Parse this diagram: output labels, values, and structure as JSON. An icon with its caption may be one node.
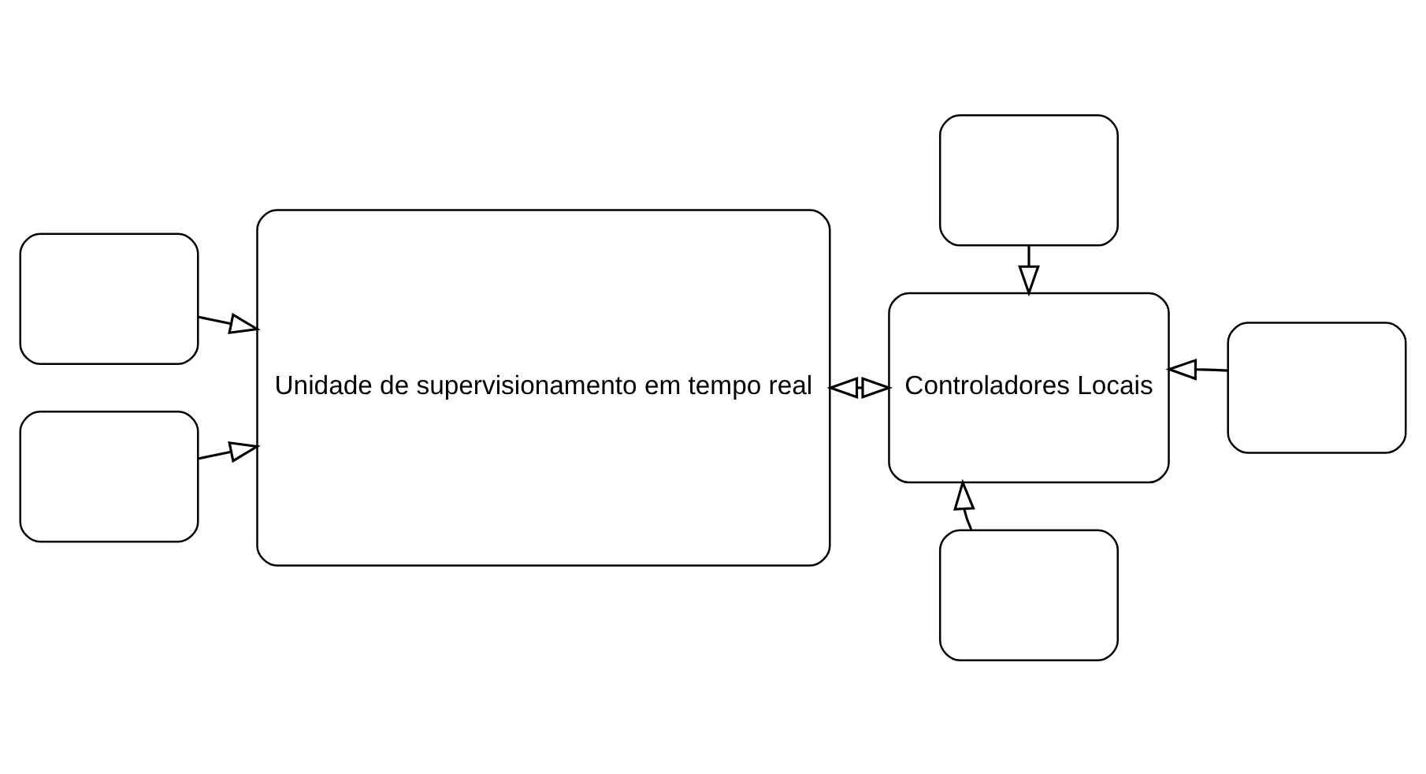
{
  "diagram": {
    "nodes": [
      {
        "text": [],
        "shape": "box"
      },
      {
        "text": [],
        "shape": "box"
      },
      {
        "text": [
          "Unidade de supervisionamento em tempo real"
        ]
      },
      {
        "text": [],
        "shape": "box"
      },
      {
        "text": [
          "Controladores Locais"
        ]
      },
      {
        "text": [],
        "shape": "box"
      },
      {
        "text": [],
        "shape": "box"
      }
    ],
    "edges": [
      {
        "from": 0,
        "to": 2,
        "arrow": "to"
      },
      {
        "from": 1,
        "to": 2,
        "arrow": "to"
      },
      {
        "from": 2,
        "to": 4,
        "arrow": "both"
      },
      {
        "from": 3,
        "to": 4,
        "arrow": "to"
      },
      {
        "from": 5,
        "to": 4,
        "arrow": "to"
      },
      {
        "from": 6,
        "to": 4,
        "arrow": "to"
      }
    ]
  }
}
